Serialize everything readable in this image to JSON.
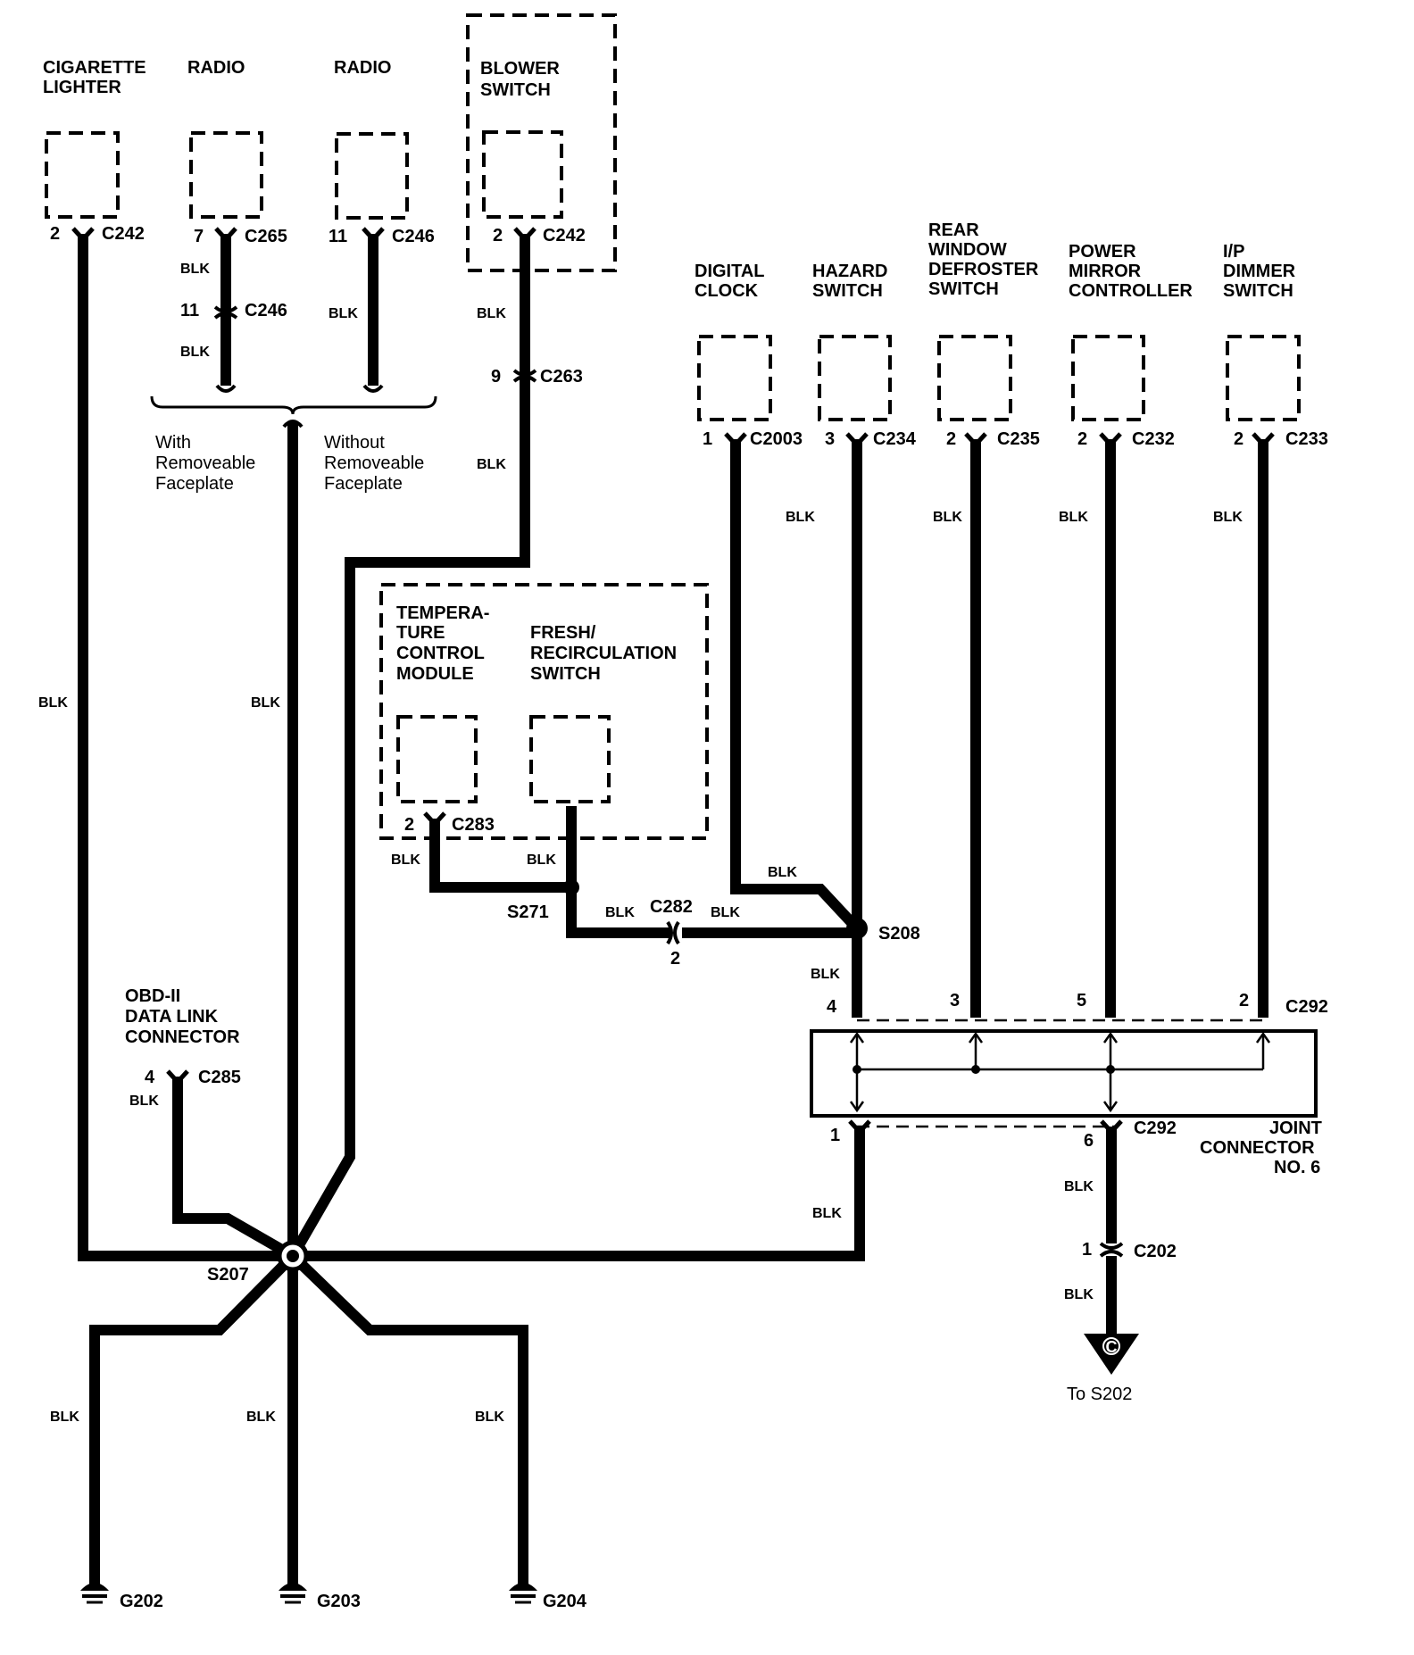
{
  "components": {
    "cigarette_lighter": [
      "CIGARETTE",
      "LIGHTER"
    ],
    "radio_1": "RADIO",
    "radio_2": "RADIO",
    "blower_switch": [
      "BLOWER",
      "SWITCH"
    ],
    "digital_clock": [
      "DIGITAL",
      "CLOCK"
    ],
    "hazard_switch": [
      "HAZARD",
      "SWITCH"
    ],
    "rear_window_defroster_switch": [
      "REAR",
      "WINDOW",
      "DEFROSTER",
      "SWITCH"
    ],
    "power_mirror_controller": [
      "POWER",
      "MIRROR",
      "CONTROLLER"
    ],
    "ip_dimmer_switch": [
      "I/P",
      "DIMMER",
      "SWITCH"
    ],
    "temperature_control_module": [
      "TEMPERA-",
      "TURE",
      "CONTROL",
      "MODULE"
    ],
    "fresh_recirculation_switch": [
      "FRESH/",
      "RECIRCULATION",
      "SWITCH"
    ],
    "obd_ii_connector": [
      "OBD-II",
      "DATA LINK",
      "CONNECTOR"
    ],
    "joint_connector": [
      "JOINT",
      "CONNECTOR",
      "NO. 6"
    ]
  },
  "connectors": {
    "cig_pin": "2",
    "cig_conn": "C242",
    "radio1_pin": "7",
    "radio1_conn": "C265",
    "radio1_mid_pin": "11",
    "radio1_mid_conn": "C246",
    "radio2_pin": "11",
    "radio2_conn": "C246",
    "blower_pin": "2",
    "blower_conn": "C242",
    "blower_mid_pin": "9",
    "blower_mid_conn": "C263",
    "clock_pin": "1",
    "clock_conn": "C2003",
    "hazard_pin": "3",
    "hazard_conn": "C234",
    "defrost_pin": "2",
    "defrost_conn": "C235",
    "mirror_pin": "2",
    "mirror_conn": "C232",
    "dimmer_pin": "2",
    "dimmer_conn": "C233",
    "temp_pin": "2",
    "temp_conn": "C283",
    "c282_conn": "C282",
    "c282_pin": "2",
    "obd_pin": "4",
    "obd_conn": "C285",
    "jc_top_pins": [
      "4",
      "3",
      "5",
      "2"
    ],
    "jc_top_conn": "C292",
    "jc_bot_pin_1": "1",
    "jc_bot_pin_6": "6",
    "jc_bot_conn": "C292",
    "c202_pin": "1",
    "c202_conn": "C202"
  },
  "splices": {
    "s207": "S207",
    "s208": "S208",
    "s271": "S271"
  },
  "grounds": [
    "G202",
    "G203",
    "G204"
  ],
  "wire_color": "BLK",
  "notes": {
    "with_faceplate": [
      "With",
      "Removeable",
      "Faceplate"
    ],
    "without_faceplate": [
      "Without",
      "Removeable",
      "Faceplate"
    ],
    "to_s202": "To S202",
    "offpage_symbol": "C"
  }
}
